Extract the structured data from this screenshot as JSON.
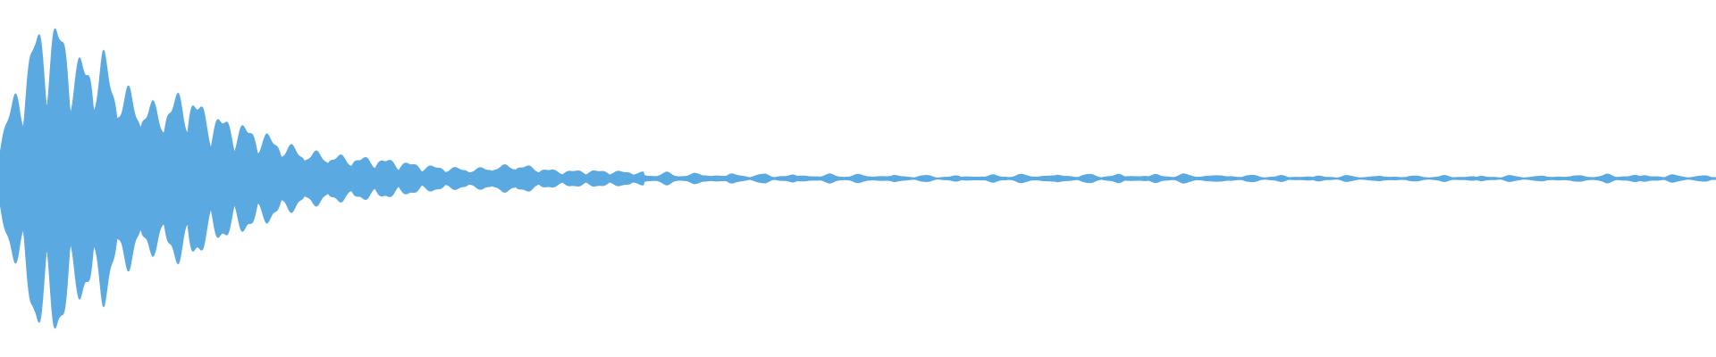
{
  "waveform": {
    "color": "#5ba9e1",
    "background": "#ffffff",
    "normalized_envelope": [
      [
        0.0,
        0.3
      ],
      [
        0.25,
        0.62
      ],
      [
        0.4,
        0.92
      ],
      [
        0.7,
        0.97
      ],
      [
        0.9,
        0.74
      ],
      [
        1.2,
        0.78
      ],
      [
        1.4,
        0.58
      ],
      [
        1.6,
        0.52
      ],
      [
        1.8,
        0.46
      ],
      [
        2.0,
        0.5
      ],
      [
        2.2,
        0.55
      ],
      [
        2.4,
        0.42
      ],
      [
        2.7,
        0.36
      ],
      [
        3.0,
        0.3
      ],
      [
        3.5,
        0.18
      ],
      [
        4.0,
        0.14
      ],
      [
        4.5,
        0.12
      ],
      [
        5.0,
        0.08
      ],
      [
        5.5,
        0.06
      ],
      [
        6.0,
        0.09
      ],
      [
        6.5,
        0.05
      ],
      [
        7.0,
        0.05
      ],
      [
        7.5,
        0.04
      ],
      [
        8.0,
        0.04
      ],
      [
        9.0,
        0.03
      ],
      [
        10.0,
        0.03
      ],
      [
        11.0,
        0.02
      ],
      [
        12.0,
        0.03
      ],
      [
        13.0,
        0.03
      ],
      [
        14.0,
        0.03
      ],
      [
        15.0,
        0.02
      ],
      [
        16.0,
        0.02
      ],
      [
        17.0,
        0.02
      ],
      [
        18.0,
        0.02
      ],
      [
        19.0,
        0.03
      ],
      [
        20.0,
        0.02
      ]
    ],
    "normalized_offset": 0.0
  }
}
